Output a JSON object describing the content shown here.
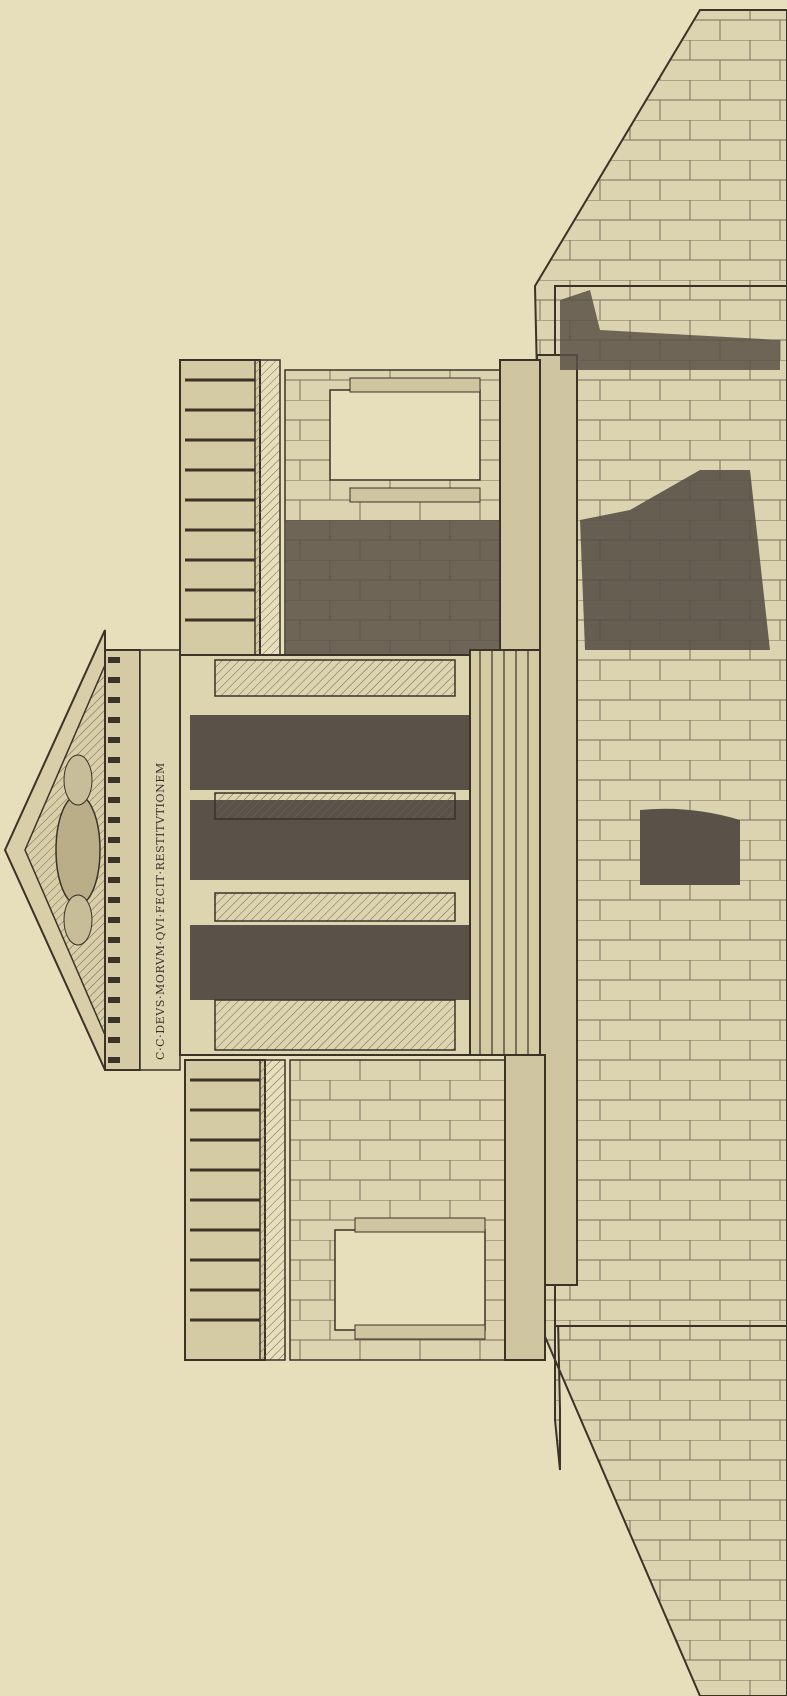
{
  "image": {
    "subject": "temple-elevation-engraving",
    "orientation": "rotated-90-degrees",
    "palette": {
      "paper": "#e7dfbc",
      "ink": "#3b3328",
      "shadow": "#5a5148",
      "stone": "#d9d0ac"
    }
  },
  "inscription": {
    "frieze_text": "C·C·DEVS·MORVM·QVI·FECIT·RESTITVTIONEM"
  }
}
